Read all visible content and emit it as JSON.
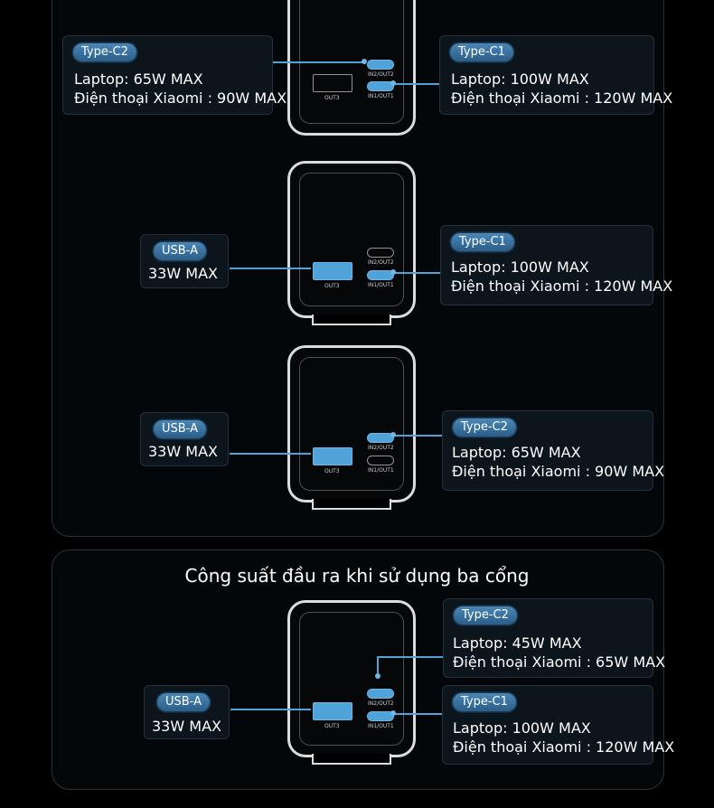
{
  "section_title": "Công suất đầu ra khi sử dụng ba cổng",
  "port_labels": {
    "in2out2": "IN2/OUT2",
    "in1out1": "IN1/OUT1",
    "out3": "OUT3"
  },
  "config1": {
    "left": {
      "badge": "Type-C2",
      "line1": "Laptop: 65W MAX",
      "line2": "Điện thoại Xiaomi : 90W MAX"
    },
    "right": {
      "badge": "Type-C1",
      "line1": "Laptop: 100W MAX",
      "line2": "Điện thoại Xiaomi : 120W MAX"
    }
  },
  "config2": {
    "left": {
      "badge": "USB-A",
      "line1": "33W MAX"
    },
    "right": {
      "badge": "Type-C1",
      "line1": "Laptop: 100W MAX",
      "line2": "Điện thoại Xiaomi : 120W MAX"
    }
  },
  "config3": {
    "left": {
      "badge": "USB-A",
      "line1": "33W MAX"
    },
    "right": {
      "badge": "Type-C2",
      "line1": "Laptop: 65W MAX",
      "line2": "Điện thoại Xiaomi : 90W MAX"
    }
  },
  "config4": {
    "left": {
      "badge": "USB-A",
      "line1": "33W MAX"
    },
    "right_top": {
      "badge": "Type-C2",
      "line1": "Laptop: 45W MAX",
      "line2": "Điện thoại Xiaomi : 65W MAX"
    },
    "right_bottom": {
      "badge": "Type-C1",
      "line1": "Laptop: 100W MAX",
      "line2": "Điện thoại Xiaomi : 120W MAX"
    }
  },
  "colors": {
    "accent": "#4fa3d8",
    "badge": "#3a76a6",
    "card_bg": "#0d151c",
    "background": "#000000"
  }
}
